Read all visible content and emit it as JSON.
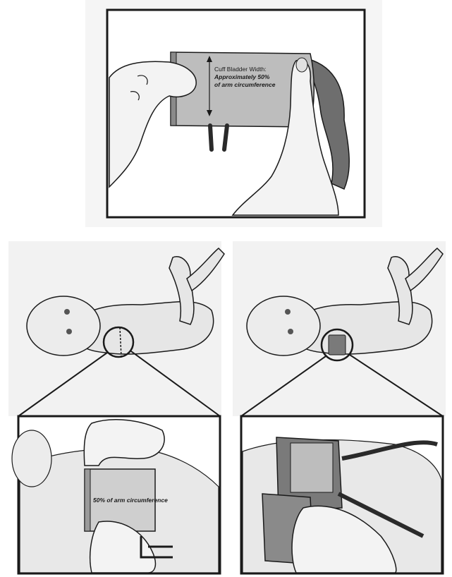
{
  "top_panel": {
    "label_line1": "Cuff Bladder Width:",
    "label_line2": "Approximately 50%",
    "label_line3": "of arm circumference"
  },
  "bottom_left_panel": {
    "label": "50% of arm circumference"
  },
  "colors": {
    "frame": "#1a1a1a",
    "cuff": "#8c8c8c",
    "skin": "#f2f2f2",
    "background_panel": "#efefef"
  }
}
